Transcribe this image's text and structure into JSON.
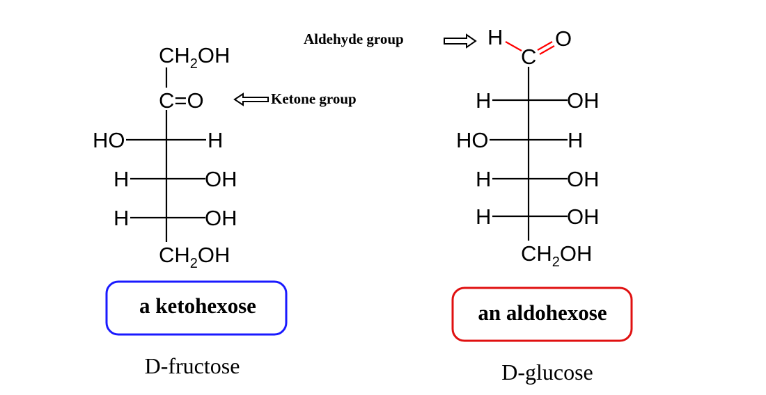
{
  "colors": {
    "ketone": "#1a1aff",
    "aldehyde": "#ff0000",
    "text": "#000000",
    "badge_keto_border": "#1a1aff",
    "badge_aldo_border": "#e01010"
  },
  "fructose": {
    "top": {
      "main": "CH",
      "sub": "2",
      "tail": "OH"
    },
    "ketone": {
      "c": "C",
      "eq": "=",
      "o": "O"
    },
    "row1": {
      "left": "HO",
      "right": "H"
    },
    "row2": {
      "left": "H",
      "right": "OH"
    },
    "row3": {
      "left": "H",
      "right": "OH"
    },
    "bottom": {
      "main": "CH",
      "sub": "2",
      "tail": "OH"
    },
    "ketone_label": "Ketone group",
    "badge": "a ketohexose",
    "name": "D-fructose"
  },
  "glucose": {
    "aldehyde": {
      "h": "H",
      "c": "C",
      "eq": "=",
      "o": "O"
    },
    "row1": {
      "left": "H",
      "right": "OH"
    },
    "row2": {
      "left": "HO",
      "right": "H"
    },
    "row3": {
      "left": "H",
      "right": "OH"
    },
    "row4": {
      "left": "H",
      "right": "OH"
    },
    "bottom": {
      "main": "CH",
      "sub": "2",
      "tail": "OH"
    },
    "aldehyde_label": "Aldehyde group",
    "badge": "an aldohexose",
    "name": "D-glucose"
  }
}
